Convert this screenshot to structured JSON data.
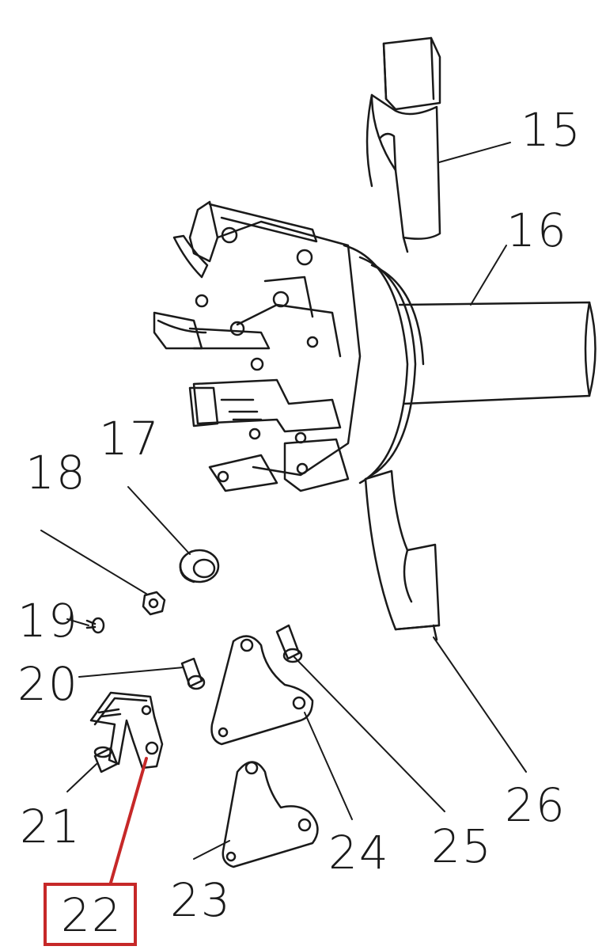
{
  "diagram": {
    "labels": {
      "p15": "15",
      "p16": "16",
      "p17": "17",
      "p18": "18",
      "p19": "19",
      "p20": "20",
      "p21": "21",
      "p22": "22",
      "p23": "23",
      "p24": "24",
      "p25": "25",
      "p26": "26"
    },
    "highlighted_part": "22",
    "colors": {
      "line": "#1a1a1a",
      "highlight": "#c62828",
      "background": "#ffffff"
    }
  }
}
